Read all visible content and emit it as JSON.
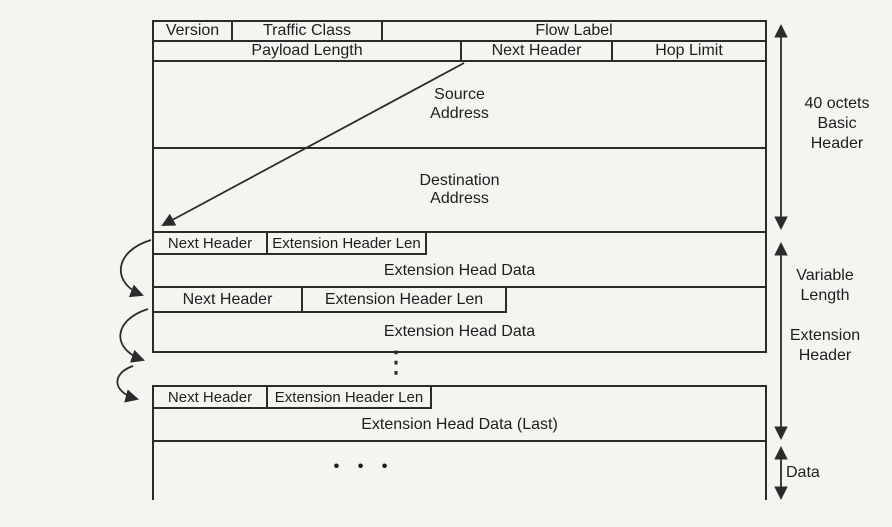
{
  "basic_header": {
    "version": "Version",
    "traffic_class": "Traffic Class",
    "flow_label": "Flow Label",
    "payload_length": "Payload Length",
    "next_header": "Next Header",
    "hop_limit": "Hop Limit",
    "source_address": "Source\nAddress",
    "destination_address": "Destination\nAddress"
  },
  "extension_headers": [
    {
      "next_header": "Next Header",
      "header_len": "Extension Header Len",
      "data": "Extension Head Data"
    },
    {
      "next_header": "Next Header",
      "header_len": "Extension Header Len",
      "data": "Extension Head Data"
    },
    {
      "next_header": "Next Header",
      "header_len": "Extension Header Len",
      "data": "Extension Head Data (Last)"
    }
  ],
  "gap_ellipsis": "⋮",
  "data_section": {
    "ellipsis": "• • •"
  },
  "annotations": {
    "basic": "40 octets\nBasic\nHeader",
    "extension": "Variable\nLength\n\nExtension\nHeader",
    "data": "Data"
  },
  "colors": {
    "background": "#f4f4f1",
    "line": "#2b2b2b",
    "text": "#1e1e1e"
  }
}
